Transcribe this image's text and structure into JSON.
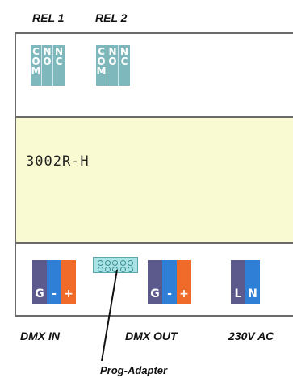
{
  "relay_labels": [
    "REL 1",
    "REL 2"
  ],
  "relay_terminals": [
    "COM",
    "NO",
    "NC"
  ],
  "model": "3002R-H",
  "dmx_in": {
    "label": "DMX IN",
    "terminals": [
      "G",
      "-",
      "+"
    ]
  },
  "dmx_out": {
    "label": "DMX OUT",
    "terminals": [
      "G",
      "-",
      "+"
    ]
  },
  "power": {
    "label": "230V AC",
    "terminals": [
      "L",
      "N"
    ]
  },
  "prog_adapter_label": "Prog-Adapter",
  "colors": {
    "relay_terminal": "#7fb8bc",
    "panel": "#fafad2",
    "ground": "#5c5a8c",
    "minus": "#2f7fd6",
    "plus": "#f06a2a",
    "line": "#5c5a8c",
    "neutral": "#2f7fd6",
    "prog": "#a9e3e6"
  }
}
